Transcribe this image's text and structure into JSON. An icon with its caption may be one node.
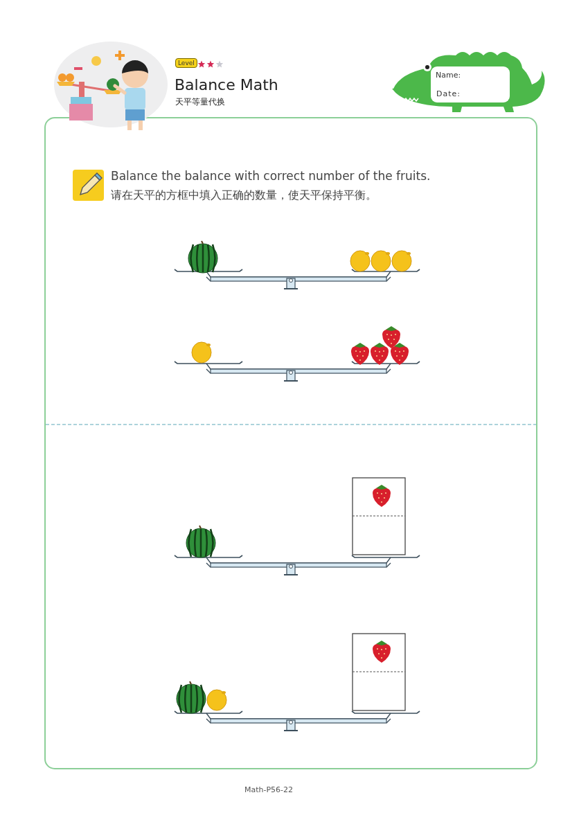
{
  "diagram": {
    "title": "Balance Math",
    "labels": [
      "Level",
      "天平等量代换",
      "Name:",
      "Date:",
      "Balance the balance with correct number of the fruits.",
      "请在天平的方框中填入正确的数量，使天平保持平衡。",
      "Math-P56-22"
    ]
  }
}
